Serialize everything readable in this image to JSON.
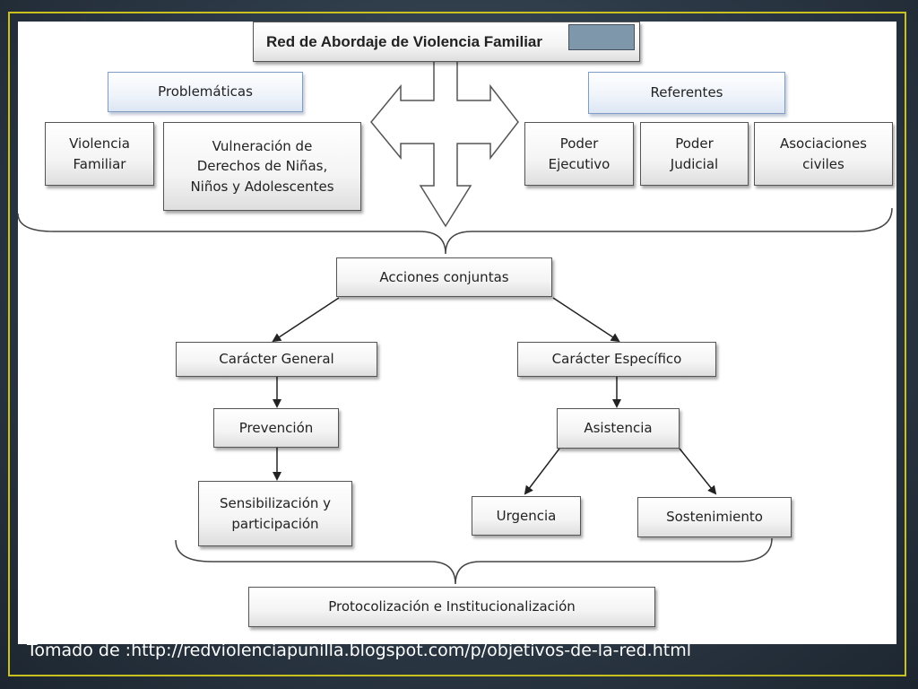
{
  "diagram": {
    "title": "Red de Abordaje de Violencia Familiar",
    "problematicas": {
      "header": "Problemáticas",
      "items": [
        "Violencia\nFamiliar",
        "Vulneración de\nDerechos de Niñas,\nNiños y Adolescentes"
      ]
    },
    "referentes": {
      "header": "Referentes",
      "items": [
        "Poder\nEjecutivo",
        "Poder\nJudicial",
        "Asociaciones\nciviles"
      ]
    },
    "acciones": "Acciones conjuntas",
    "general": {
      "label": "Carácter General",
      "prevencion": "Prevención",
      "sensibilizacion": "Sensibilización y\nparticipación"
    },
    "especifico": {
      "label": "Carácter Específico",
      "asistencia": "Asistencia",
      "urgencia": "Urgencia",
      "sostenimiento": "Sostenimiento"
    },
    "protocolizacion": "Protocolización e Institucionalización"
  },
  "caption": "Tomado de :http://redviolenciapunilla.blogspot.com/p/objetivos-de-la-red.html",
  "colors": {
    "frame": "#c9c21e",
    "background": "#2c3946",
    "blue_border": "#7f9cc4",
    "tag_fill": "#7f97ab"
  }
}
